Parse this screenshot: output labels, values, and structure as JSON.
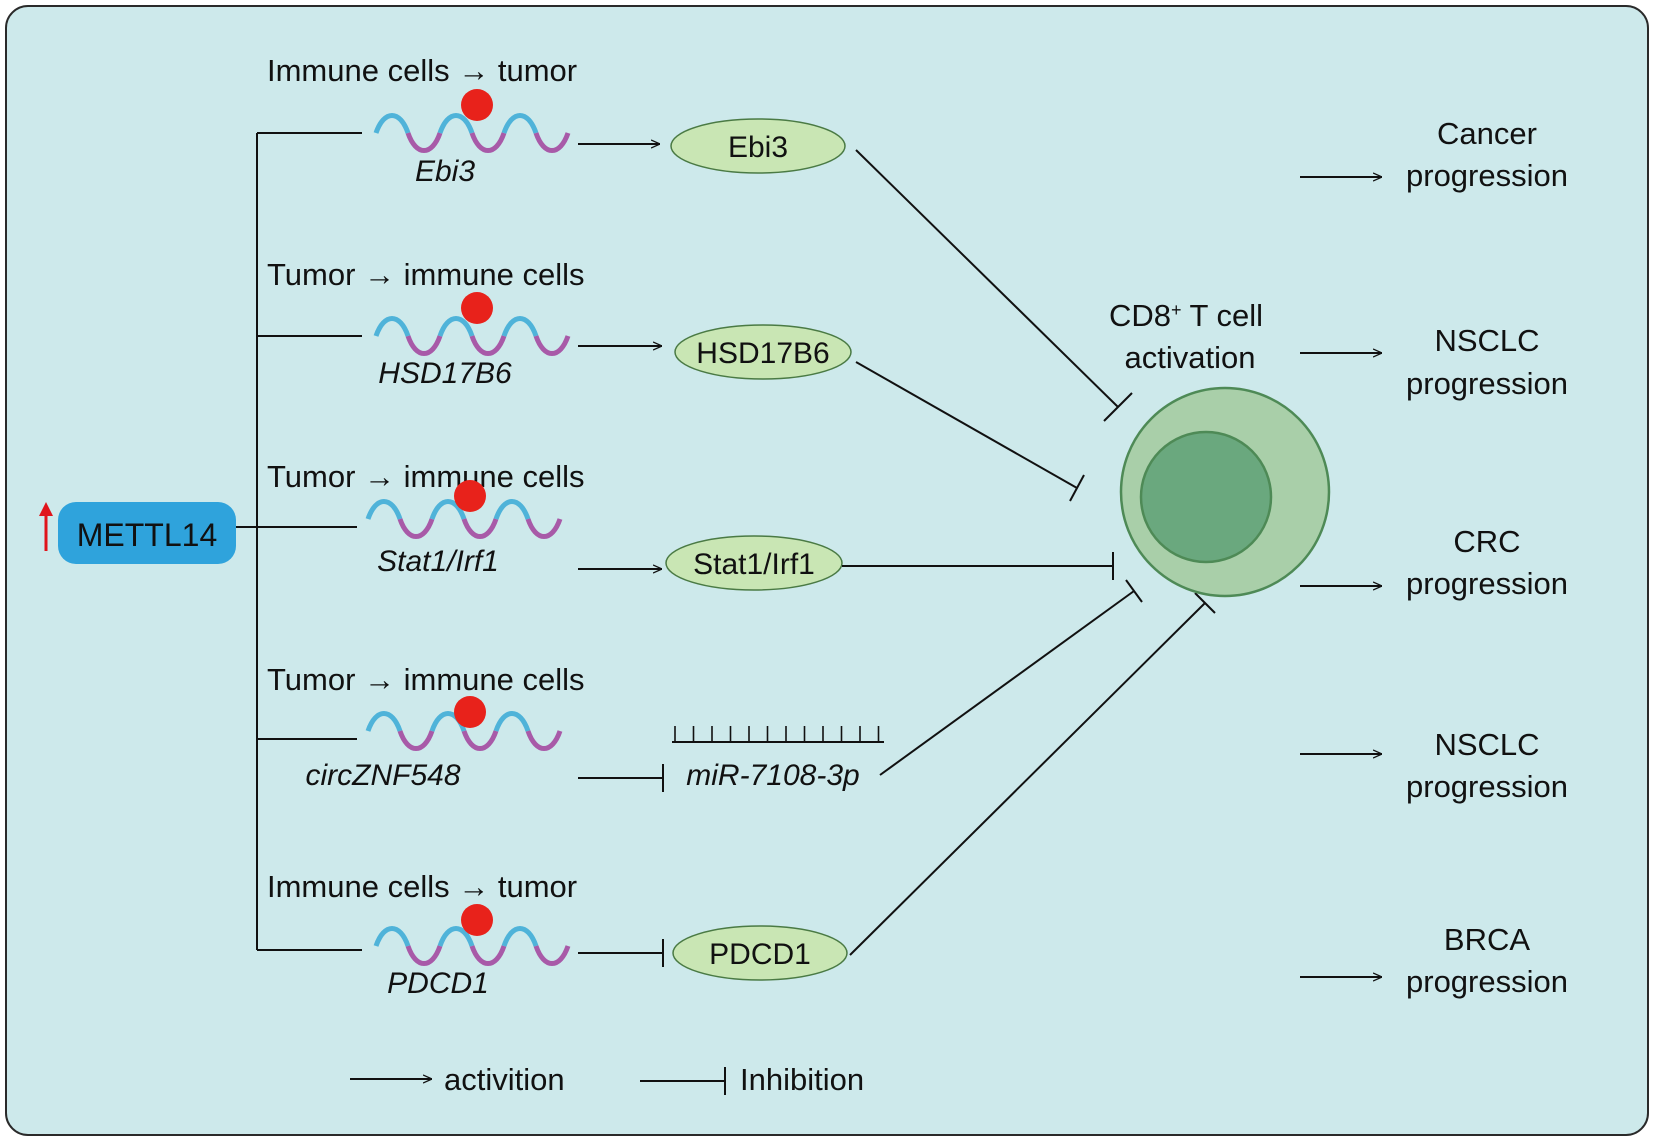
{
  "colors": {
    "panel_bg": "#cde9eb",
    "panel_border": "#2a2a2a",
    "mettl14_box": "#2fa3dc",
    "up_arrow": "#e0141b",
    "protein_fill": "#c9e6b4",
    "protein_stroke": "#4a7a44",
    "rna_blue": "#4fb3d9",
    "rna_purple": "#a85aa8",
    "m6a_dot": "#e8221b",
    "cell_outer": "#a9cfa9",
    "cell_nucleus": "#6aa87e",
    "cell_stroke": "#4e8a56"
  },
  "source": {
    "label": "METTL14",
    "indicator": "↑",
    "indicator_icon": "up-arrow-icon"
  },
  "pathways": [
    {
      "direction": "Immune cells → tumor",
      "gene": "Ebi3",
      "product": "Ebi3",
      "edge_to_product": "activation",
      "edge_to_cell": "inhibition"
    },
    {
      "direction": "Tumor → immune cells",
      "gene": "HSD17B6",
      "product": "HSD17B6",
      "edge_to_product": "activation",
      "edge_to_cell": "inhibition"
    },
    {
      "direction": "Tumor → immune cells",
      "gene": "Stat1/Irf1",
      "product": "Stat1/Irf1",
      "edge_to_product": "activation",
      "edge_to_cell": "inhibition"
    },
    {
      "direction": "Tumor → immune cells",
      "gene": "circZNF548",
      "product": "miR-7108-3p",
      "edge_to_product": "inhibition",
      "edge_to_cell": "inhibition"
    },
    {
      "direction": "Immune cells → tumor",
      "gene": "PDCD1",
      "product": "PDCD1",
      "edge_to_product": "inhibition",
      "edge_to_cell": "inhibition"
    }
  ],
  "target": {
    "label_main": "CD8",
    "label_sup": "+",
    "label_rest": " T cell",
    "label_line2": "activation",
    "icon": "t-cell-icon"
  },
  "outcomes": [
    {
      "line1": "Cancer",
      "line2": "progression"
    },
    {
      "line1": "NSCLC",
      "line2": "progression"
    },
    {
      "line1": "CRC",
      "line2": "progression"
    },
    {
      "line1": "NSCLC",
      "line2": "progression"
    },
    {
      "line1": "BRCA",
      "line2": "progression"
    }
  ],
  "legend": {
    "activation_label": "activition",
    "inhibition_label": "Inhibition"
  }
}
